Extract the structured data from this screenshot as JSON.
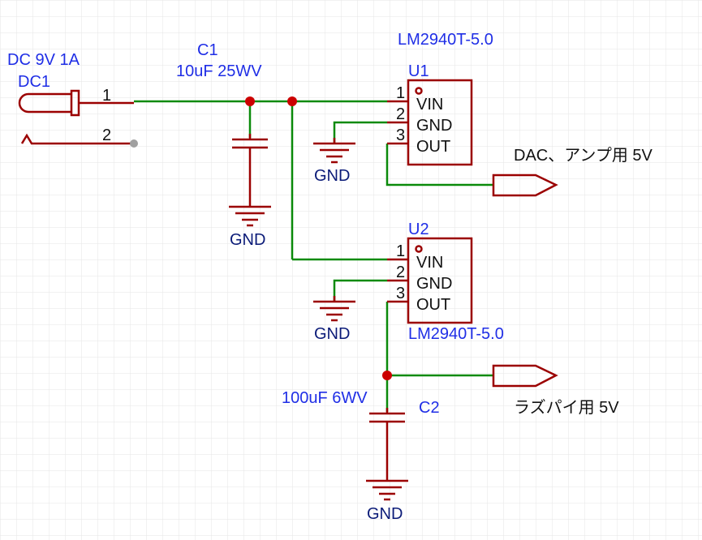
{
  "dc_jack": {
    "value": "DC 9V 1A",
    "ref": "DC1",
    "pin1": "1",
    "pin2": "2"
  },
  "c1": {
    "ref": "C1",
    "value": "10uF 25WV",
    "gnd": "GND"
  },
  "u1": {
    "part_top": "LM2940T-5.0",
    "ref": "U1",
    "pins": [
      "1",
      "2",
      "3"
    ],
    "pin_names": [
      "VIN",
      "GND",
      "OUT"
    ],
    "gnd": "GND",
    "net_out": "DAC、アンプ用 5V"
  },
  "u2": {
    "ref": "U2",
    "part_bottom": "LM2940T-5.0",
    "pins": [
      "1",
      "2",
      "3"
    ],
    "pin_names": [
      "VIN",
      "GND",
      "OUT"
    ],
    "gnd": "GND",
    "net_out": "ラズパイ用 5V"
  },
  "c2": {
    "ref": "C2",
    "value": "100uF 6WV",
    "gnd": "GND"
  },
  "colors": {
    "wire": "#0a8a0a",
    "part": "#9b0000",
    "junction": "#cc0000",
    "label": "#1f2ee6",
    "gnd_label": "#0b1b78",
    "grid": "#e6e6e6"
  }
}
